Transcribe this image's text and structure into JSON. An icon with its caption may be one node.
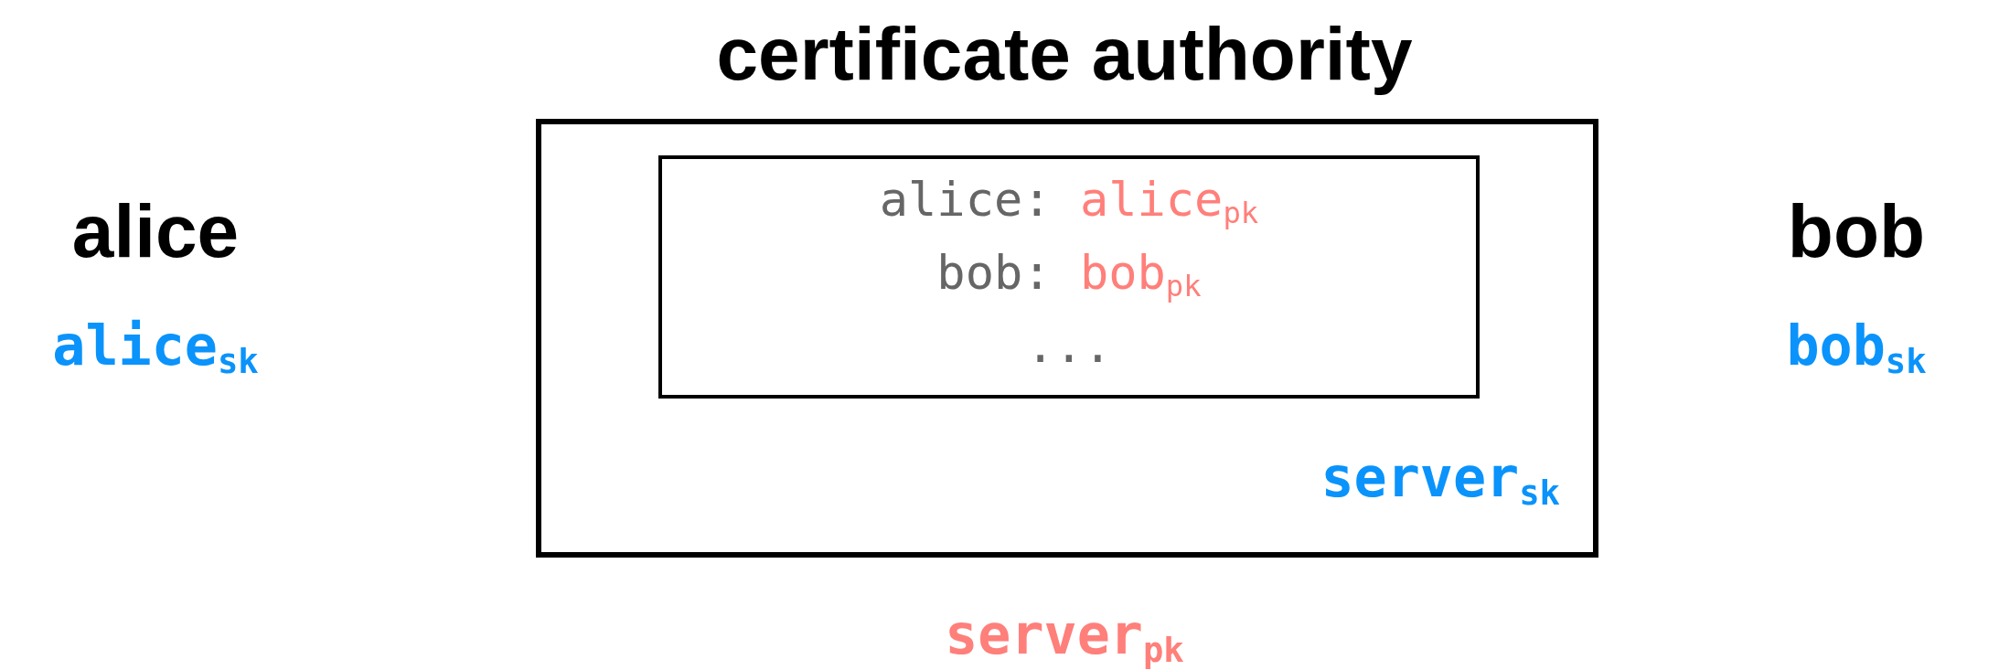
{
  "diagram": {
    "nodes": [
      {
        "text": [
          "certificate authority",
          "server$_{sk}$"
        ],
        "beside": [
          "server$_{pk}$"
        ]
      },
      {
        "text": [
          "alice: alice$_{pk}$",
          "bob: bob$_{pk}$",
          "..."
        ],
        "in": 0
      }
    ],
    "labels": [
      "alice",
      "bob",
      "alice$_{sk}$",
      "bob$_{sk}$"
    ]
  }
}
